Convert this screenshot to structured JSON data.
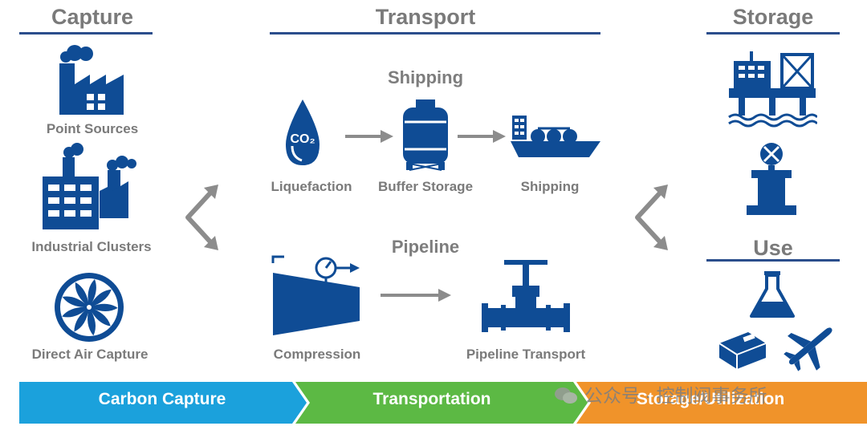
{
  "sections": {
    "capture": "Capture",
    "transport": "Transport",
    "storage": "Storage",
    "use": "Use"
  },
  "subsections": {
    "shipping": "Shipping",
    "pipeline": "Pipeline"
  },
  "capture_items": [
    "Point Sources",
    "Industrial Clusters",
    "Direct Air Capture"
  ],
  "shipping_steps": [
    "Liquefaction",
    "Buffer Storage",
    "Shipping"
  ],
  "pipeline_steps": [
    "Compression",
    "Pipeline Transport"
  ],
  "co2_label": "CO₂",
  "banner": {
    "capture": "Carbon Capture",
    "transportation": "Transportation",
    "storage": "Storage/Utilization"
  },
  "watermark": "公众号 · 控制阀事务所",
  "colors": {
    "icon_blue": "#0f4c95",
    "rule_blue": "#2b4e8c",
    "arrow_gray": "#8c8c8c",
    "label_gray": "#7a7a7a",
    "banner_capture": "#1ba1dc",
    "banner_transport": "#5cb944",
    "banner_storage": "#f0932a"
  },
  "icons": {
    "point_sources": "factory-icon",
    "industrial_clusters": "industrial-cluster-icon",
    "direct_air_capture": "fan-icon",
    "liquefaction": "droplet-icon",
    "buffer_storage": "storage-tank-icon",
    "shipping": "tanker-ship-icon",
    "compression": "compressor-icon",
    "pipeline_transport": "pipeline-valve-icon",
    "storage_offshore": "offshore-platform-icon",
    "storage_onshore": "wellhead-icon",
    "use_chemical": "flask-icon",
    "use_materials": "brick-icon",
    "use_fuel": "airplane-icon"
  }
}
